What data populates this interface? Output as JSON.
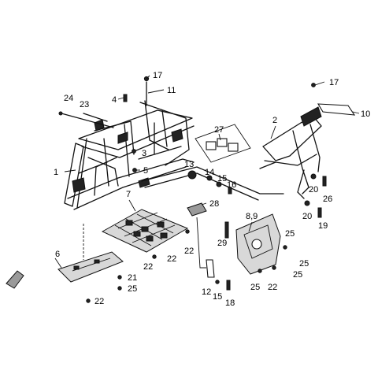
{
  "callouts": [
    {
      "id": "17a",
      "text": "17"
    },
    {
      "id": "11",
      "text": "11"
    },
    {
      "id": "24",
      "text": "24"
    },
    {
      "id": "23",
      "text": "23"
    },
    {
      "id": "4",
      "text": "4"
    },
    {
      "id": "1",
      "text": "1"
    },
    {
      "id": "3",
      "text": "3"
    },
    {
      "id": "5",
      "text": "5"
    },
    {
      "id": "27",
      "text": "27"
    },
    {
      "id": "2",
      "text": "2"
    },
    {
      "id": "17b",
      "text": "17"
    },
    {
      "id": "10",
      "text": "10"
    },
    {
      "id": "13",
      "text": "13"
    },
    {
      "id": "14",
      "text": "14"
    },
    {
      "id": "15a",
      "text": "15"
    },
    {
      "id": "16",
      "text": "16"
    },
    {
      "id": "20a",
      "text": "20"
    },
    {
      "id": "26",
      "text": "26"
    },
    {
      "id": "28",
      "text": "28"
    },
    {
      "id": "20b",
      "text": "20"
    },
    {
      "id": "19",
      "text": "19"
    },
    {
      "id": "7",
      "text": "7"
    },
    {
      "id": "89",
      "text": "8,9"
    },
    {
      "id": "25a",
      "text": "25"
    },
    {
      "id": "29",
      "text": "29"
    },
    {
      "id": "6",
      "text": "6"
    },
    {
      "id": "22a",
      "text": "22"
    },
    {
      "id": "22b",
      "text": "22"
    },
    {
      "id": "22c",
      "text": "22"
    },
    {
      "id": "25b",
      "text": "25"
    },
    {
      "id": "25c",
      "text": "25"
    },
    {
      "id": "21",
      "text": "21"
    },
    {
      "id": "25d",
      "text": "25"
    },
    {
      "id": "25e",
      "text": "25"
    },
    {
      "id": "22d",
      "text": "22"
    },
    {
      "id": "12",
      "text": "12"
    },
    {
      "id": "15b",
      "text": "15"
    },
    {
      "id": "18",
      "text": "18"
    },
    {
      "id": "22e",
      "text": "22"
    }
  ]
}
